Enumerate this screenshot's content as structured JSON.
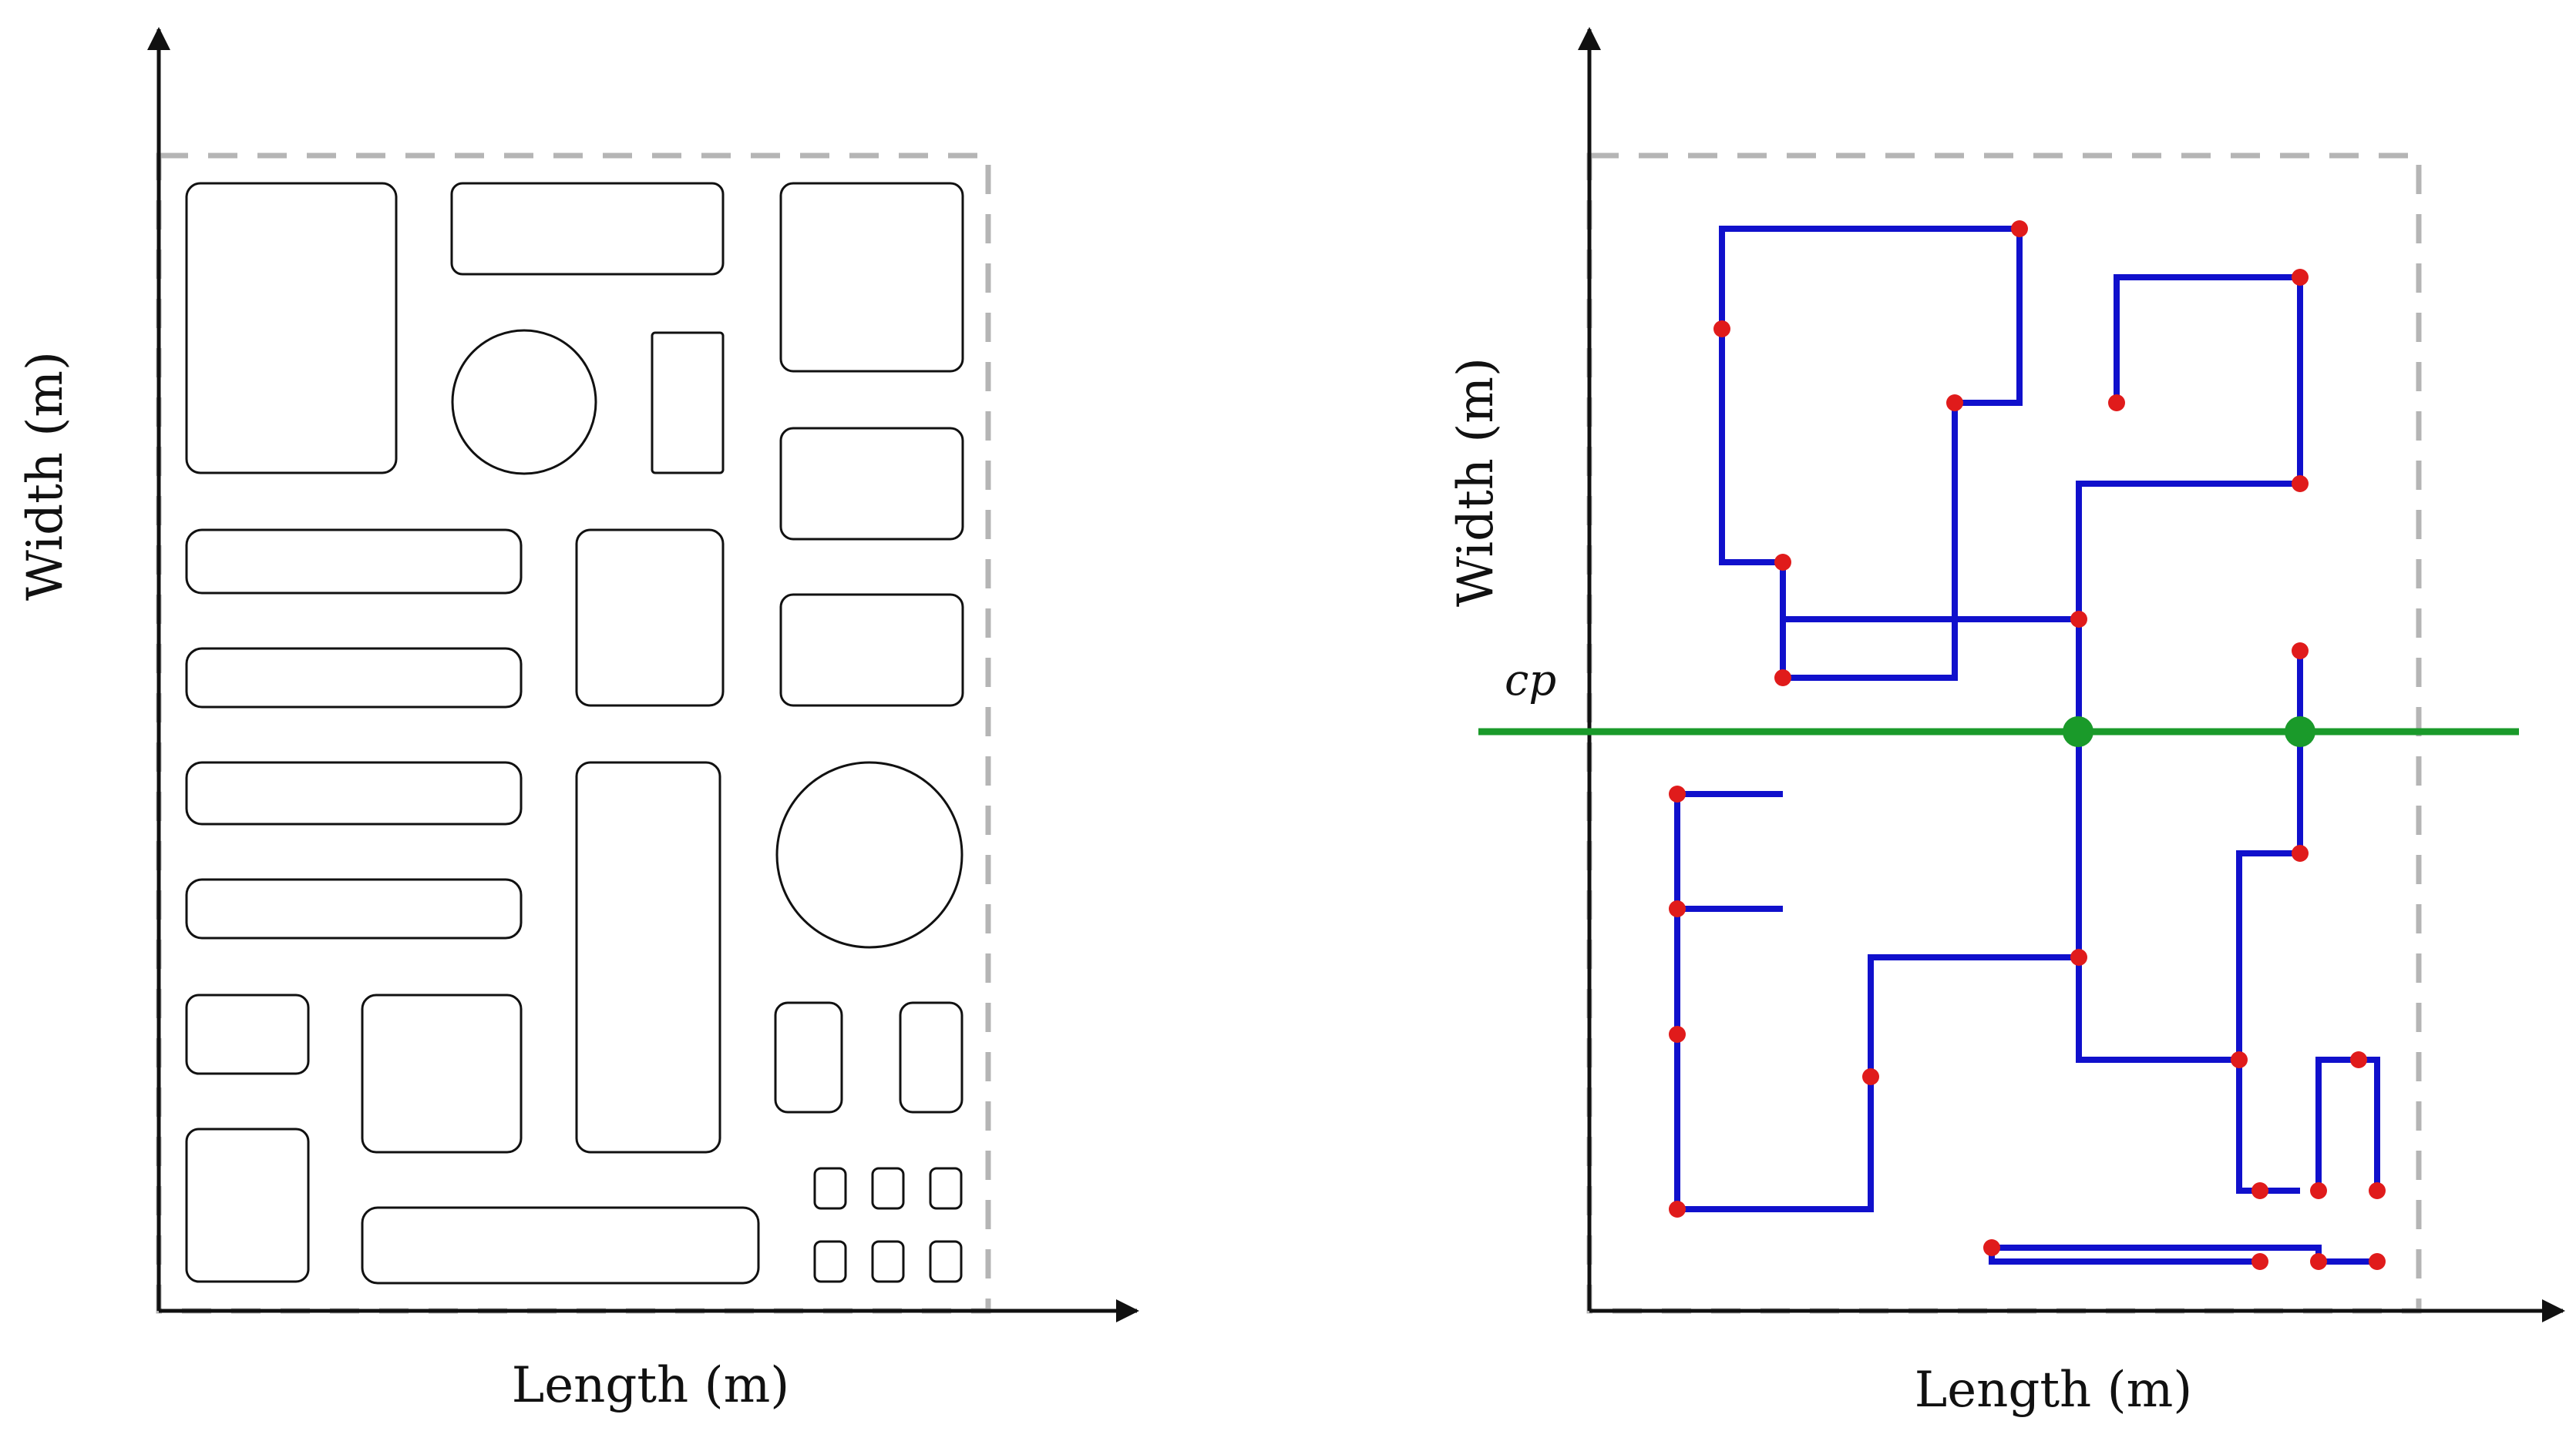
{
  "left_panel": {
    "x_axis_label": "Length (m)",
    "y_axis_label": "Width (m)"
  },
  "right_panel": {
    "x_axis_label": "Length (m)",
    "y_axis_label": "Width (m)",
    "cut_line_label": "cp"
  },
  "colors": {
    "axis": "#111111",
    "boundary_dash": "#b5b5b5",
    "room_outline": "#111111",
    "path": "#1010cc",
    "node": "#e01b1b",
    "cut_line": "#1a9a2a",
    "cut_node": "#1a9a2a"
  }
}
